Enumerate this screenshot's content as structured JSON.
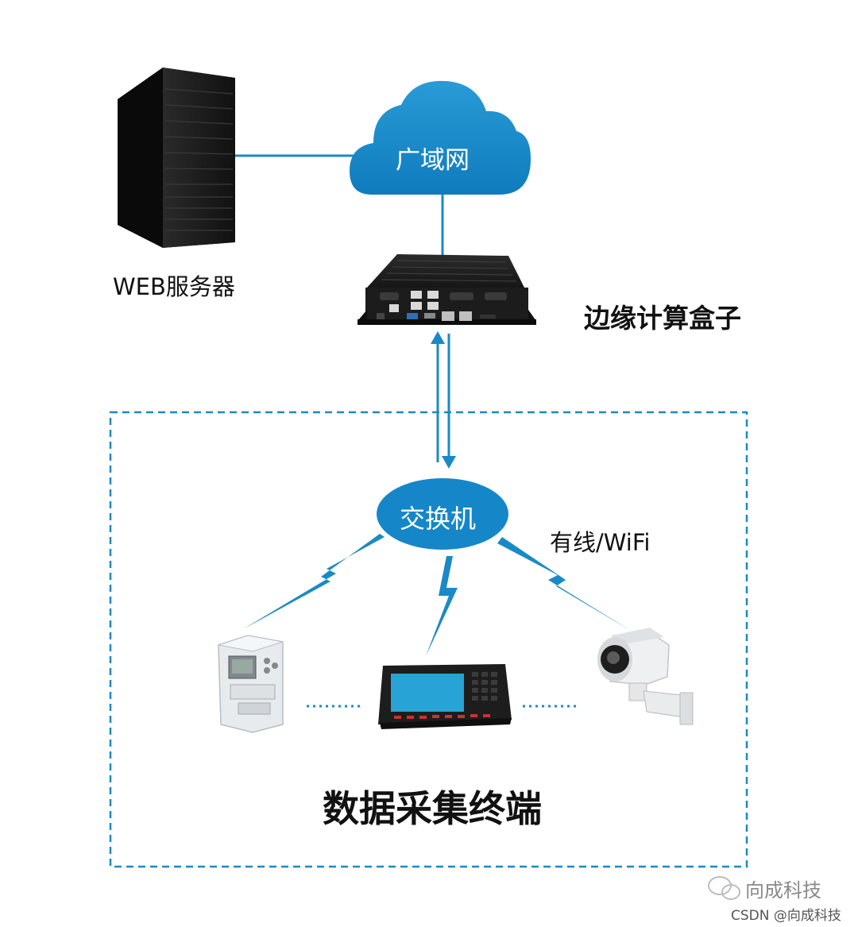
{
  "nodes": {
    "cloud": "广域网",
    "server": "WEB服务器",
    "edge_box": "边缘计算盒子",
    "switch": "交换机",
    "link": "有线/WiFi",
    "terminals": "数据采集终端"
  },
  "watermark": {
    "brand": "向成科技",
    "source": "CSDN @向成科技"
  },
  "colors": {
    "accent": "#1a8ac6",
    "line": "#1a8ac6",
    "dotted": "#1a8ac6",
    "device_dark": "#1b1b1b"
  },
  "icons": [
    "server-tower-icon",
    "cloud-icon",
    "edge-box-icon",
    "switch-ellipse-icon",
    "smart-meter-icon",
    "hmi-panel-icon",
    "bullet-camera-icon",
    "wechat-icon"
  ]
}
